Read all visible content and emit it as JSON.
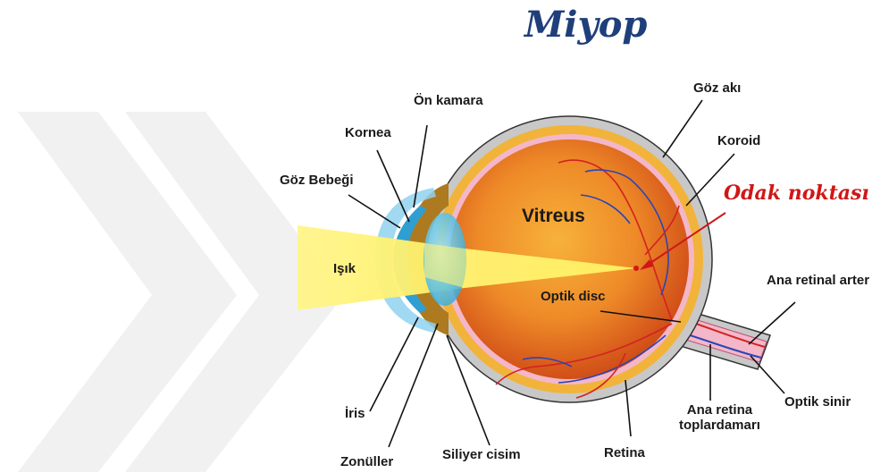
{
  "title": "Miyop",
  "labels": {
    "on_kamara": "Ön kamara",
    "goz_aki": "Göz akı",
    "kornea": "Kornea",
    "koroid": "Koroid",
    "goz_bebegi": "Göz Bebeği",
    "odak_noktasi": "Odak noktası",
    "vitreus": "Vitreus",
    "isik": "Işık",
    "optik_disc": "Optik disc",
    "ana_retinal_arter": "Ana retinal arter",
    "iris": "İris",
    "ana_retina_line1": "Ana retina",
    "ana_retina_line2": "toplardamarı",
    "optik_sinir": "Optik sinir",
    "zonuller": "Zonüller",
    "siliyer_cisim": "Siliyer cisim",
    "retina": "Retina"
  },
  "colors": {
    "title": "#1f3f7a",
    "focus_label": "#d01717",
    "light_beam": "#fff27a",
    "sclera": "#c8c8c8",
    "choroid": "#f2b33b",
    "retina_layer": "#f3b7c9",
    "vitreous_inner": "#f49a2c",
    "vitreous_outer": "#d85a1e",
    "lens": "#4fc3e6",
    "cornea": "#8fd2ef",
    "arteries": "#d32222",
    "veins": "#2a46b5",
    "watermark": "#f0f0f0"
  }
}
